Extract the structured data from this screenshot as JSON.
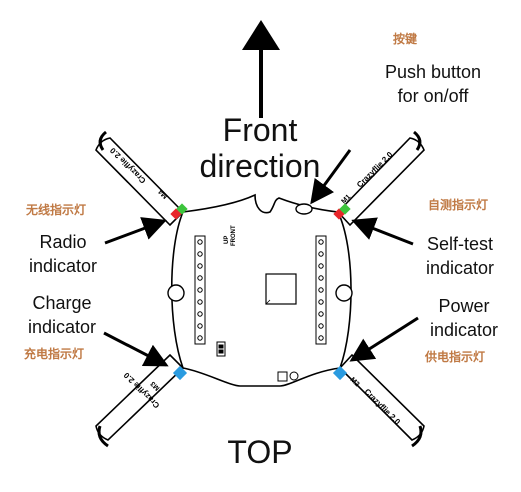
{
  "labels": {
    "front_line1": "Front",
    "front_line2": "direction",
    "top": "TOP",
    "push_line1": "Push button",
    "push_line2": "for on/off",
    "push_cn": "按键",
    "radio_line1": "Radio",
    "radio_line2": "indicator",
    "radio_cn": "无线指示灯",
    "charge_line1": "Charge",
    "charge_line2": "indicator",
    "charge_cn": "充电指示灯",
    "selftest_line1": "Self-test",
    "selftest_line2": "indicator",
    "selftest_cn": "自测指示灯",
    "power_line1": "Power",
    "power_line2": "indicator",
    "power_cn": "供电指示灯"
  },
  "board": {
    "arm_text": "Crazyflie 2.0",
    "motor_m1": "M1",
    "motor_m2": "M2",
    "motor_m3": "M3",
    "motor_m4": "M4",
    "up_text": "UP",
    "front_text": "FRONT"
  },
  "colors": {
    "led_red": "#e8262b",
    "led_green": "#3cc43c",
    "led_blue": "#2a9be0",
    "chinese_label": "#c07a45"
  }
}
